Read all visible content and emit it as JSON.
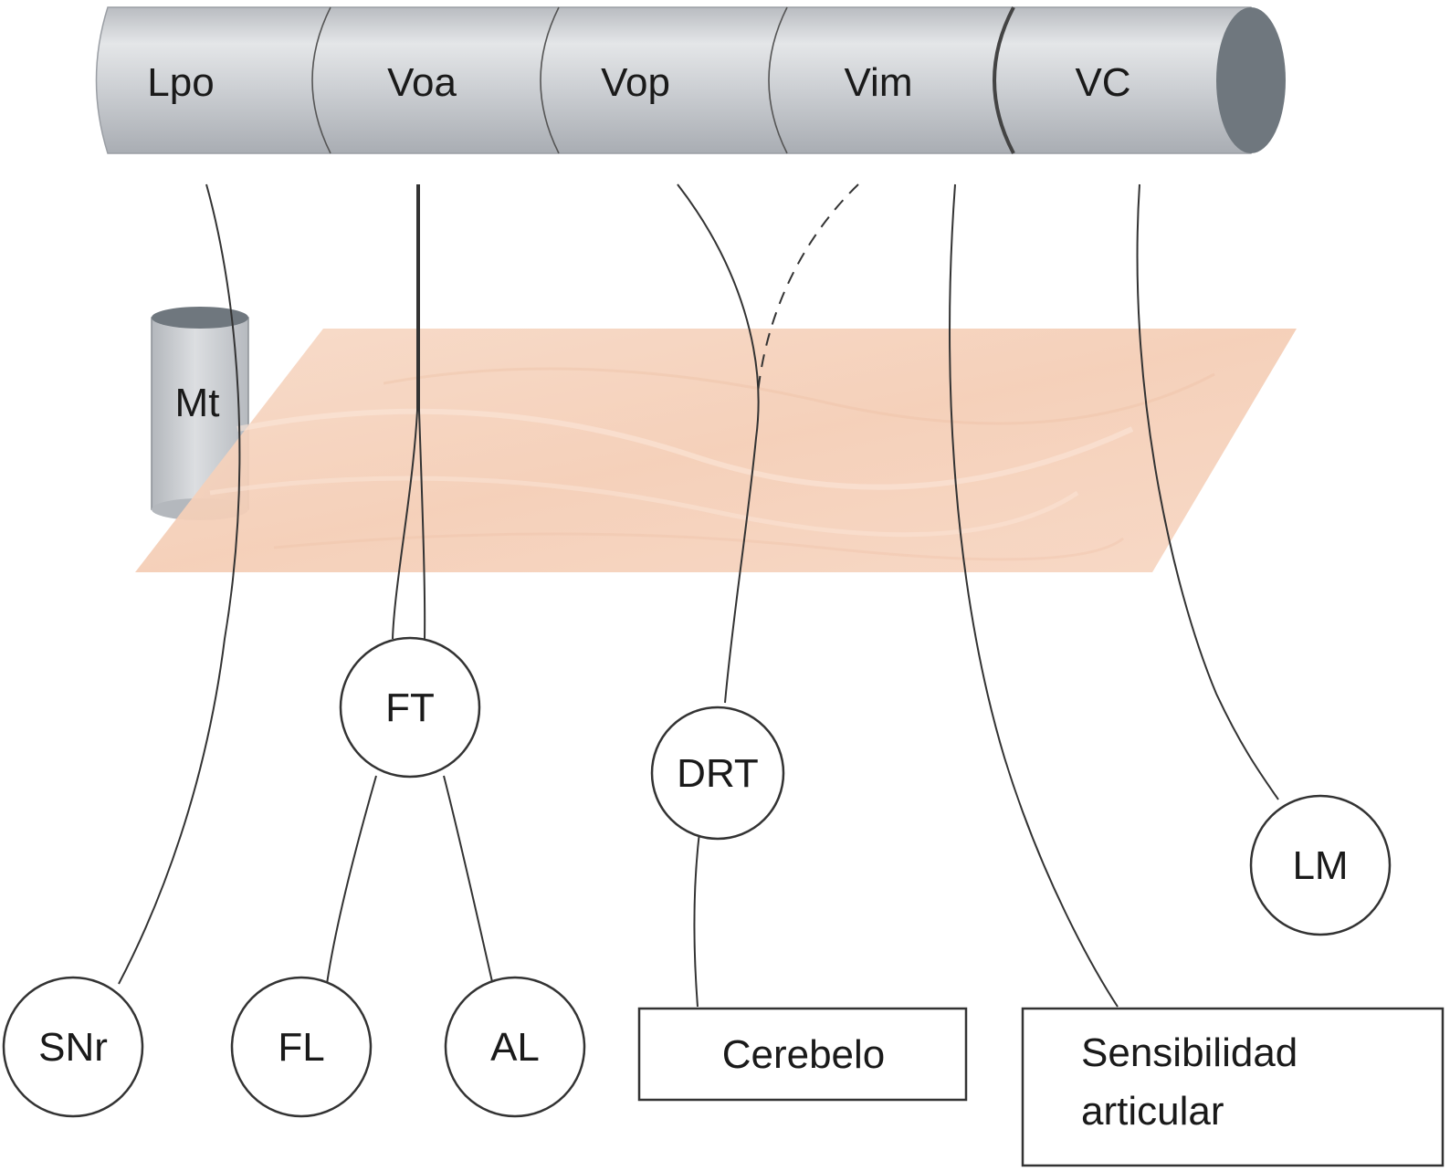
{
  "nuclei": {
    "lpo": "Lpo",
    "voa": "Voa",
    "vop": "Vop",
    "vim": "Vim",
    "vc": "VC"
  },
  "mt_label": "Mt",
  "nodes": {
    "ft": "FT",
    "drt": "DRT",
    "lm": "LM",
    "snr": "SNr",
    "fl": "FL",
    "al": "AL"
  },
  "boxes": {
    "cerebelo": "Cerebelo",
    "sensibilidad_line1": "Sensibilidad",
    "sensibilidad_line2": "articular"
  },
  "colors": {
    "cylinder": "#cfd1d5",
    "cylinder_end": "#6f777e",
    "plane": "#f6d3bd",
    "line": "#333333"
  }
}
